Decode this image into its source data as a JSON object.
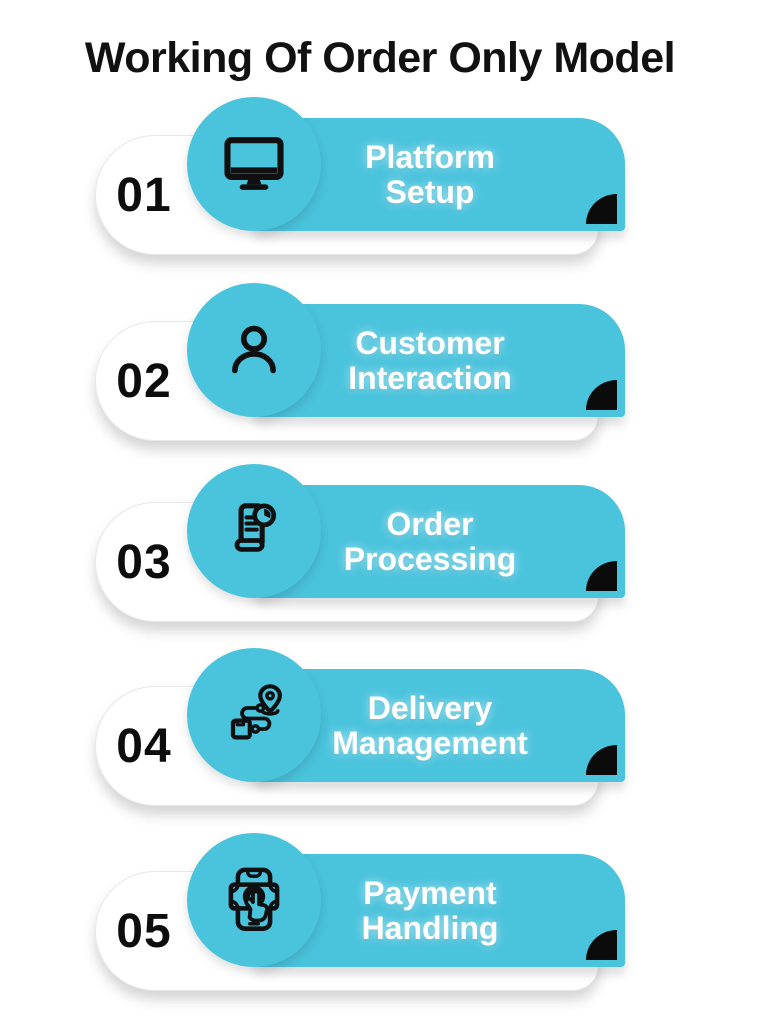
{
  "title": "Working Of Order Only Model",
  "colors": {
    "accent_cyan": "#4AC3DD",
    "ink_black": "#0d0d0d",
    "card_white": "#ffffff"
  },
  "steps": [
    {
      "number": "01",
      "label_line1": "Platform",
      "label_line2": "Setup",
      "icon": "monitor-icon"
    },
    {
      "number": "02",
      "label_line1": "Customer",
      "label_line2": "Interaction",
      "icon": "user-icon"
    },
    {
      "number": "03",
      "label_line1": "Order",
      "label_line2": "Processing",
      "icon": "receipt-clock-icon"
    },
    {
      "number": "04",
      "label_line1": "Delivery",
      "label_line2": "Management",
      "icon": "delivery-route-icon"
    },
    {
      "number": "05",
      "label_line1": "Payment",
      "label_line2": "Handling",
      "icon": "mobile-payment-icon"
    }
  ]
}
